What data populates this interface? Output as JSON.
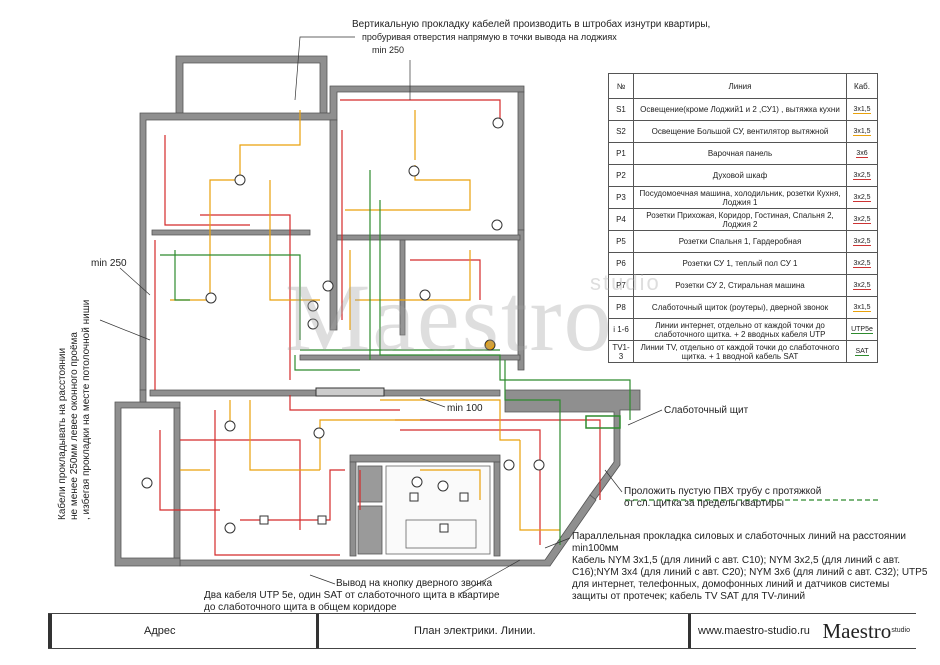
{
  "annotations": {
    "top_note_line1": "Вертикальную прокладку кабелей производить в штробах изнутри квартиры,",
    "top_note_line2": "пробуривая отверстия напрямую в точки вывода на лоджиях",
    "min250_top": "min 250",
    "min250_left": "min 250",
    "min100": "min 100",
    "side_note_line1": "Кабели прокладывать на расстоянии",
    "side_note_line2": "не менее 250мм левее оконного проёма",
    "side_note_line3": ", избегая прокладки на месте потолочной ниши",
    "weak_panel": "Слаботочный щит",
    "pvc_line1": "Проложить пустую ПВХ трубу с протяжкой",
    "pvc_line2": "от сл. щитка за пределы квартиры",
    "parallel_line1": "Параллельная прокладка силовых и слаботочных линий на расстоянии",
    "parallel_line2": "min100мм",
    "cable_line1": "Кабель NYM 3х1,5  (для линий с авт. С10); NYM 3х2,5 (для линий с авт.",
    "cable_line2": "С16);NYM 3х4 (для линий с авт. С20); NYM 3х6  (для линий с авт. С32); UTP5",
    "cable_line3": "для интернет, телефонных, домофонных линий и датчиков системы",
    "cable_line4": "защиты от протечек; кабель TV SAT для TV-линий",
    "doorbell": "Вывод на кнопку дверного звонка",
    "utp_line1": "Два кабеля UTP 5е, один SAT от слаботочного щита в квартире",
    "utp_line2": "до слаботочного щита в общем коридоре"
  },
  "legend": {
    "headers": {
      "num": "№",
      "line": "Линия",
      "cab": "Каб."
    },
    "rows": [
      {
        "num": "S1",
        "line": "Освещение(кроме Лоджий1 и 2 ,СУ1) , вытяжка кухни",
        "cab": "3х1,5"
      },
      {
        "num": "S2",
        "line": "Освещение Большой СУ, вентилятор вытяжной",
        "cab": "3х1,5"
      },
      {
        "num": "P1",
        "line": "Варочная панель",
        "cab": "3х6"
      },
      {
        "num": "P2",
        "line": "Духовой шкаф",
        "cab": "3х2,5"
      },
      {
        "num": "P3",
        "line": "Посудомоечная машина, холодильник, розетки Кухня, Лоджия 1",
        "cab": "3х2,5"
      },
      {
        "num": "P4",
        "line": "Розетки Прихожая, Коридор, Гостиная, Спальня 2, Лоджия 2",
        "cab": "3х2,5"
      },
      {
        "num": "P5",
        "line": "Розетки Спальня 1, Гардеробная",
        "cab": "3х2,5"
      },
      {
        "num": "P6",
        "line": "Розетки СУ 1, теплый пол СУ 1",
        "cab": "3х2,5"
      },
      {
        "num": "P7",
        "line": "Розетки СУ 2, Стиральная машина",
        "cab": "3х2,5"
      },
      {
        "num": "P8",
        "line": "Слаботочный щиток (роутеры), дверной звонок",
        "cab": "3х1,5"
      },
      {
        "num": "i 1-6",
        "line": "Линии интернет, отдельно от каждой точки до слаботочного щитка. + 2 вводных кабеля UTP",
        "cab": "UTP5e"
      },
      {
        "num": "TV1-3",
        "line": "Линии TV, отдельно от каждой точки до слаботочного щитка. + 1 вводной кабель SAT",
        "cab": "SAT"
      }
    ]
  },
  "watermark": {
    "main": "Maestro",
    "sub": "studio"
  },
  "footer": {
    "address": "Адрес",
    "title": "План электрики. Линии.",
    "site": "www.maestro-studio.ru",
    "logo": "Maestro",
    "logo_sup": "studio"
  },
  "colors": {
    "wall": "#8a8a8a",
    "power": "#d42a2a",
    "light": "#e9a10b",
    "weak": "#2e8b2e"
  }
}
